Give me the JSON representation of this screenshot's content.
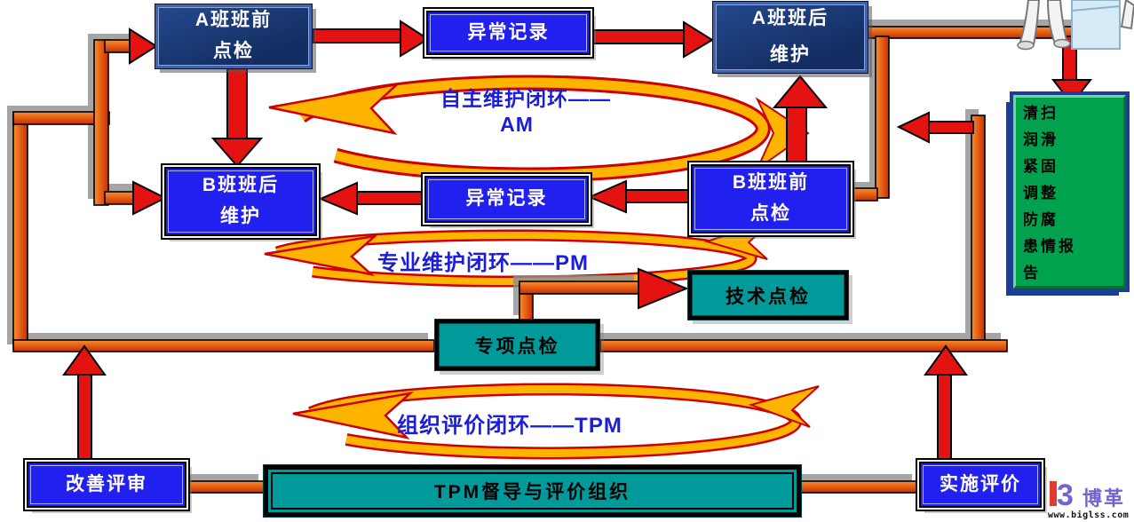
{
  "boxes": {
    "a_pre": {
      "label": "A班班前\n点检"
    },
    "abnormal_1": {
      "label": "异常记录"
    },
    "a_post": {
      "label": "A班班后\n维护"
    },
    "b_post": {
      "label": "B班班后\n维护"
    },
    "abnormal_2": {
      "label": "异常记录"
    },
    "b_pre": {
      "label": "B班班前\n点检"
    },
    "maintenance_items": {
      "label": "清扫\n润滑\n紧固\n调整\n防腐\n患情报\n告"
    },
    "tech_check": {
      "label": "技术点检"
    },
    "special_check": {
      "label": "专项点检"
    },
    "improve_review": {
      "label": "改善评审"
    },
    "tpm_org": {
      "label": "TPM督导与评价组织"
    },
    "impl_eval": {
      "label": "实施评价"
    }
  },
  "loops": {
    "am": {
      "line1": "自主维护闭环——",
      "line2": "AM"
    },
    "pm": {
      "label": "专业维护闭环——PM"
    },
    "tpm": {
      "label": "组织评价闭环——TPM"
    }
  },
  "logo": {
    "brand": "博革",
    "site": "www.biglss.com"
  },
  "colors": {
    "navy_box": "#142e63",
    "blue_box": "#2220ee",
    "teal_box": "#009a9b",
    "green_box": "#00a24e",
    "connector_orange": "#e8430a",
    "arrow_red": "#e51212",
    "swirl_gold": "#ffb400",
    "swirl_outline": "#cc0000",
    "loop_text": "#1c1cdb"
  }
}
